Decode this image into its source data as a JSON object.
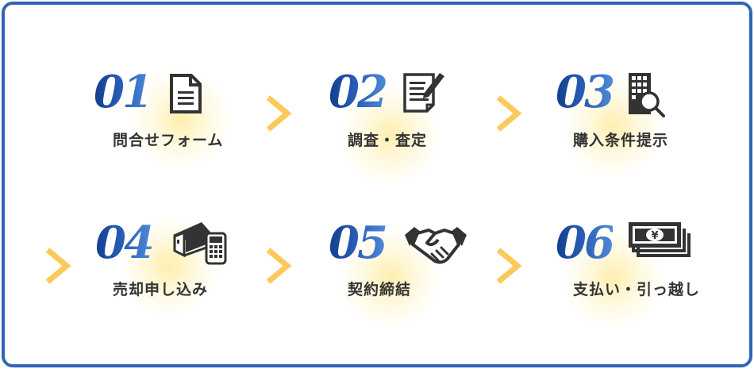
{
  "steps": [
    {
      "number": "01",
      "label": "問合せフォーム",
      "icon": "document-icon"
    },
    {
      "number": "02",
      "label": "調査・査定",
      "icon": "document-pen-icon"
    },
    {
      "number": "03",
      "label": "購入条件提示",
      "icon": "building-search-icon"
    },
    {
      "number": "04",
      "label": "売却申し込み",
      "icon": "house-calculator-icon"
    },
    {
      "number": "05",
      "label": "契約締結",
      "icon": "handshake-icon"
    },
    {
      "number": "06",
      "label": "支払い・引っ越し",
      "icon": "money-yen-icon"
    }
  ],
  "colors": {
    "border": "#2f66b6",
    "number_dark": "#123f8e",
    "number_light": "#4f8ad8",
    "arrow": "#fcc95a",
    "icon": "#333333",
    "glow": "#fff0b0"
  }
}
